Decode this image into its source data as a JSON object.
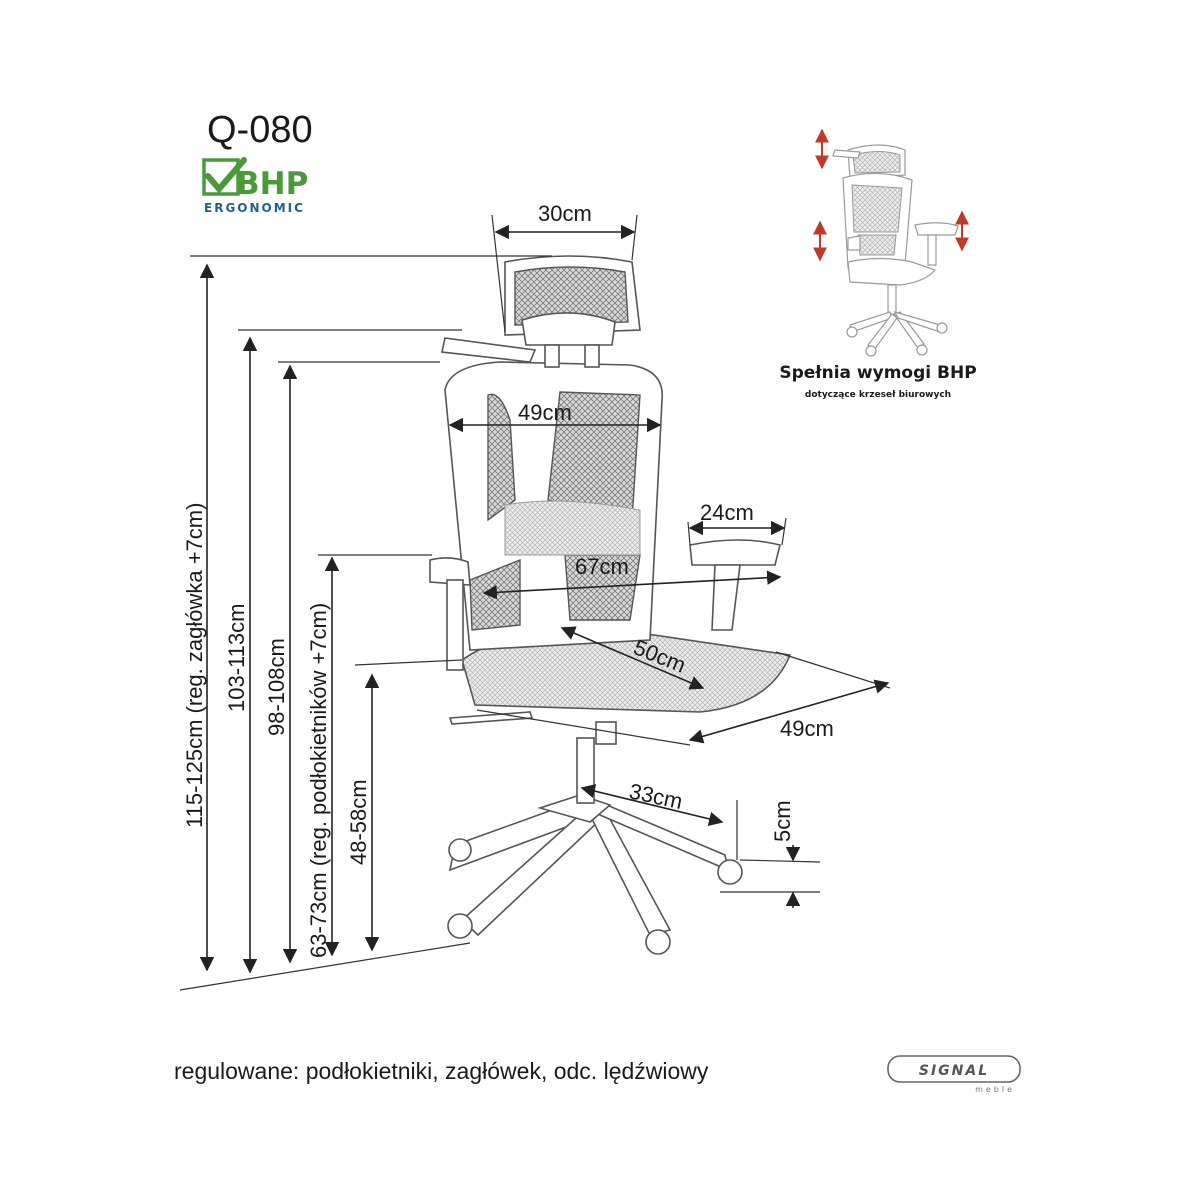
{
  "product": {
    "model": "Q-080",
    "badge_main": "BHP",
    "badge_sub": "ERGONOMIC"
  },
  "dimensions": {
    "headrest_width": "30cm",
    "backrest_width": "49cm",
    "armrest_length": "24cm",
    "armrest_span": "67cm",
    "seat_depth": "50cm",
    "seat_width": "49cm",
    "base_radius": "33cm",
    "castor_height": "5cm",
    "total_height": "115-125cm (reg. zagłówka +7cm)",
    "height_headrest_bottom": "103-113cm",
    "backrest_height": "98-108cm",
    "armrest_height": "63-73cm (reg. podłokietników +7cm)",
    "seat_height": "48-58cm"
  },
  "bhp_note": {
    "title": "Spełnia wymogi BHP",
    "subtitle": "dotyczące krzeseł biurowych"
  },
  "caption": "regulowane: podłokietniki, zagłówek, odc. lędźwiowy",
  "brand": {
    "name": "SIGNAL",
    "sub": "meble"
  },
  "colors": {
    "badge_green": "#4b9a3a",
    "badge_blue": "#1f5f8f",
    "adjust_arrows": "#c0392b"
  }
}
